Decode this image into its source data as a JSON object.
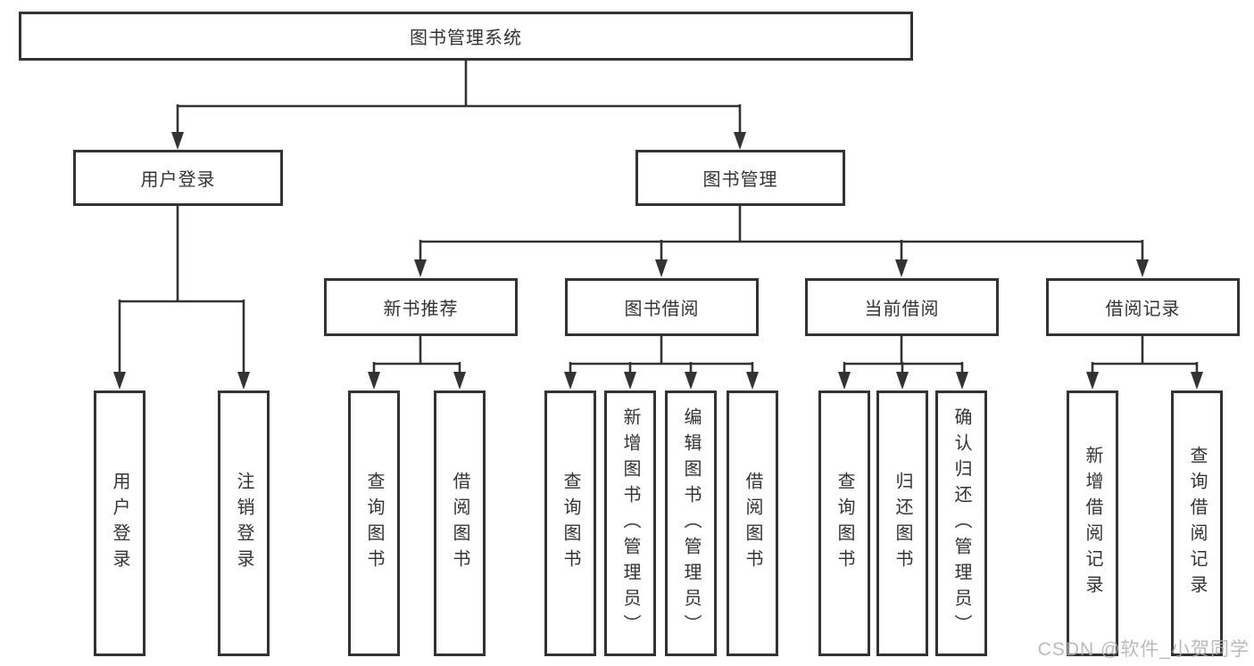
{
  "diagram": {
    "root": {
      "label": "图书管理系统"
    },
    "level1": [
      {
        "label": "用户登录"
      },
      {
        "label": "图书管理"
      }
    ],
    "level2": [
      {
        "label": "新书推荐"
      },
      {
        "label": "图书借阅"
      },
      {
        "label": "当前借阅"
      },
      {
        "label": "借阅记录"
      }
    ],
    "leaves": {
      "user": [
        "用户登录",
        "注销登录"
      ],
      "recommend": [
        "查询图书",
        "借阅图书"
      ],
      "borrow": [
        "查询图书",
        "新增图书（管理员）",
        "编辑图书（管理员）",
        "借阅图书"
      ],
      "current": [
        "查询图书",
        "归还图书",
        "确认归还（管理员）"
      ],
      "records": [
        "新增借阅记录",
        "查询借阅记录"
      ]
    }
  },
  "watermark": {
    "text": "CSDN @软件_小贺同学"
  },
  "colors": {
    "line": "#333333",
    "text": "#333333",
    "box_background": "#ffffff",
    "watermark_color": "#afafaf",
    "background": "#ffffff"
  }
}
